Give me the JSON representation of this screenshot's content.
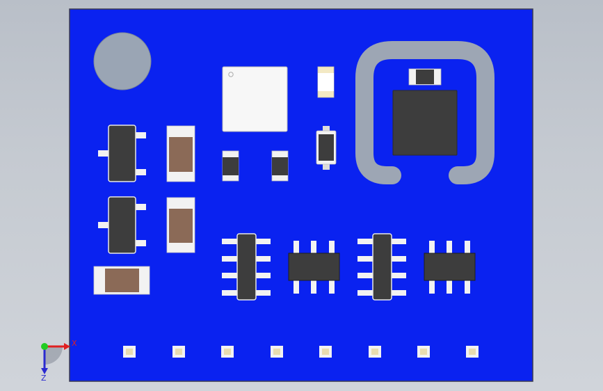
{
  "colors": {
    "background_top": "#b9bfc8",
    "board": "#0a22f0",
    "board_edge": "#3a3a50",
    "mount_hole": "#9aa5b4",
    "pad": "#f2f2f2",
    "pad_gold": "#f3e9c4",
    "ic_body": "#3d3d3d",
    "resistor_body": "#8b6a57",
    "white_module": "#f7f7f7",
    "trace_ring": "#9da6b4",
    "test_point": "#e8dcb0",
    "axis_x": "#e02020",
    "axis_y": "#2a2ad0",
    "axis_origin": "#22cc22"
  },
  "axis": {
    "x_label": "X",
    "y_label": "Z"
  },
  "components": {
    "sot23": [
      "sot23-top",
      "sot23-bottom"
    ],
    "resistor_1206": [
      "res-1206-top",
      "res-1206-bottom",
      "res-1206-horizontal"
    ],
    "diode_small": [
      "diode-left",
      "diode-right",
      "diode-top",
      "diode-vertical",
      "diode-ring"
    ],
    "soic8_vertical": [
      "soic8-v-left",
      "soic8-v-right"
    ],
    "soic8_horizontal": [
      "soic8-h-left",
      "soic8-h-right"
    ],
    "test_points": 8
  }
}
